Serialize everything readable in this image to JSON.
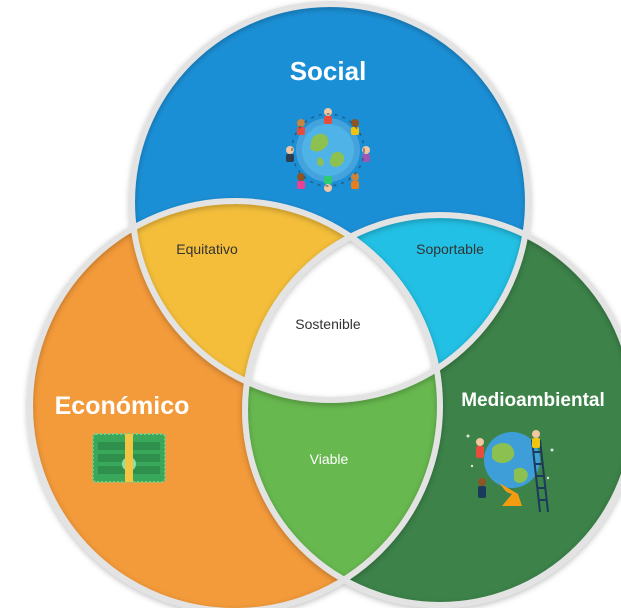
{
  "circles": {
    "social": {
      "label": "Social",
      "icon": "people-around-globe-icon",
      "color": "#1b8fd6"
    },
    "economico": {
      "label": "Económico",
      "icon": "banknotes-icon",
      "color": "#f39a3a"
    },
    "medioambiental": {
      "label": "Medioambiental",
      "icon": "people-watering-globe-icon",
      "color": "#3c8249"
    }
  },
  "overlaps": {
    "equitativo": {
      "label": "Equitativo",
      "color": "#f4be3a"
    },
    "soportable": {
      "label": "Soportable",
      "color": "#22c0e4"
    },
    "viable": {
      "label": "Viable",
      "color": "#67b84f"
    },
    "sostenible": {
      "label": "Sostenible",
      "color": "#ffffff"
    }
  }
}
